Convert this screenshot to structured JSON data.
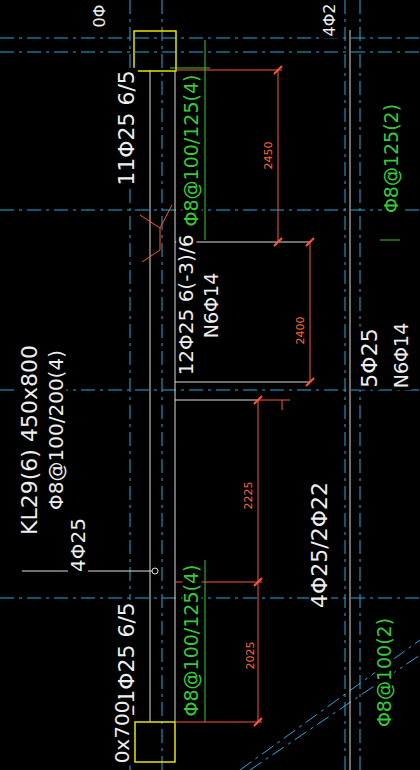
{
  "diagram": {
    "labels": [
      "0Φ",
      "4Φ2",
      "11Φ25 6/5",
      "Φ8@100/125(4)",
      "Φ8@125(2)",
      "2450",
      "12Φ25 6(-3)/6",
      "N6Φ14",
      "2400",
      "5Φ25",
      "N6Φ14",
      "KL29(6) 450x800",
      "Φ8@100/200(4)",
      "4Φ25",
      "2225",
      "4Φ25/2Φ22",
      "11Φ25 6/5",
      "Φ8@100/125(4)",
      "2025",
      "Φ8@100(2)",
      "0x700"
    ]
  }
}
